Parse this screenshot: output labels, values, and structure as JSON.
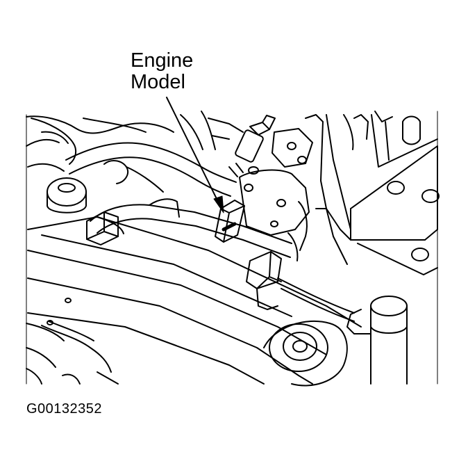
{
  "callout": {
    "line1": "Engine",
    "line2": "Model"
  },
  "figure_id": "G00132352",
  "colors": {
    "ink": "#000000",
    "paper": "#ffffff"
  }
}
